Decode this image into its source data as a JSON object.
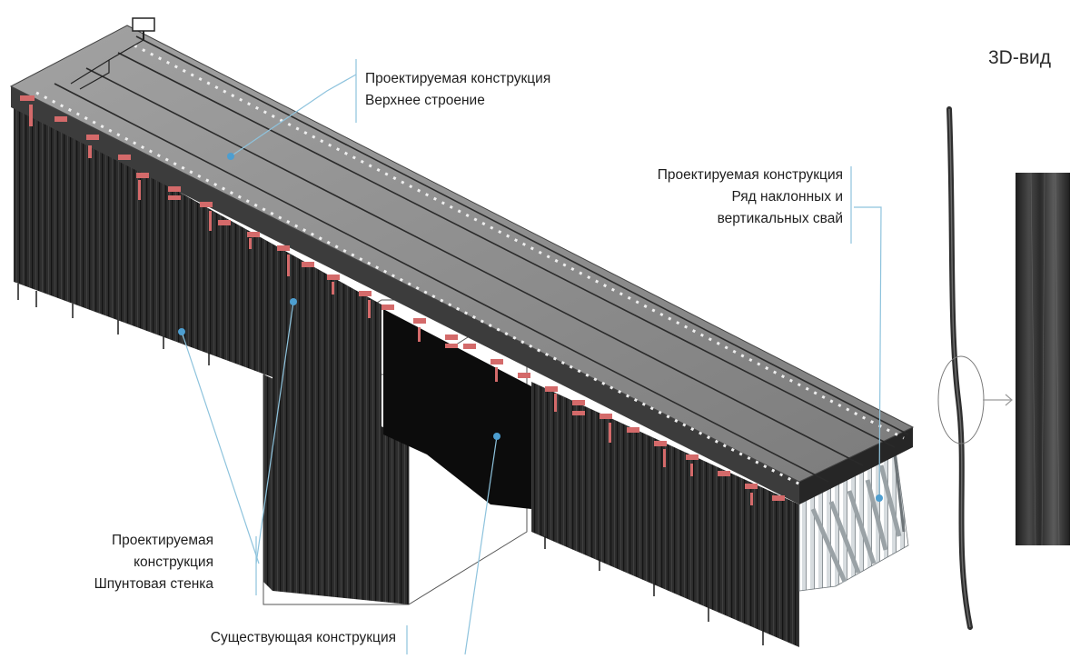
{
  "view_title": "3D-вид",
  "callouts": {
    "superstructure": {
      "line1": "Проектируемая конструкция",
      "line2": "Верхнее строение"
    },
    "piles": {
      "line1": "Проектируемая конструкция",
      "line2": "Ряд наклонных и",
      "line3": "вертикальных свай"
    },
    "sheet_pile_wall": {
      "line1": "Проектируемая",
      "line2": "конструкция",
      "line3": "Шпунтовая стенка"
    },
    "existing": {
      "line1": "Существующая конструкция"
    }
  },
  "colors": {
    "deck_top": "#8e8e8e",
    "deck_side": "#3a3a3a",
    "wall": "#2c2c2c",
    "wall_stripe": "#1a1a1a",
    "existing": "#0b0b0b",
    "pile": "#d9dde0",
    "marker": "#d46a6a",
    "leader": "#8ec3dd",
    "leader_dot": "#4d9ed0"
  },
  "icons": [
    "rod-detail-icon",
    "zoom-arrow-icon",
    "marker-icon"
  ]
}
